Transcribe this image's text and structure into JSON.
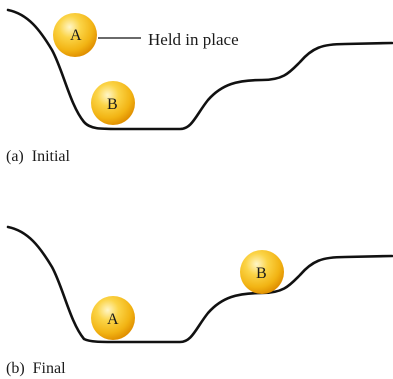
{
  "panel_a": {
    "caption": "(a)  Initial",
    "ball_a_label": "A",
    "ball_b_label": "B",
    "annotation": "Held in place"
  },
  "panel_b": {
    "caption": "(b)  Final",
    "ball_a_label": "A",
    "ball_b_label": "B"
  },
  "colors": {
    "track": "#111111",
    "ball_highlight": "#fff6c8",
    "ball_mid": "#f7c62a",
    "ball_edge": "#e08f00",
    "label_text": "#1a1a1a"
  }
}
